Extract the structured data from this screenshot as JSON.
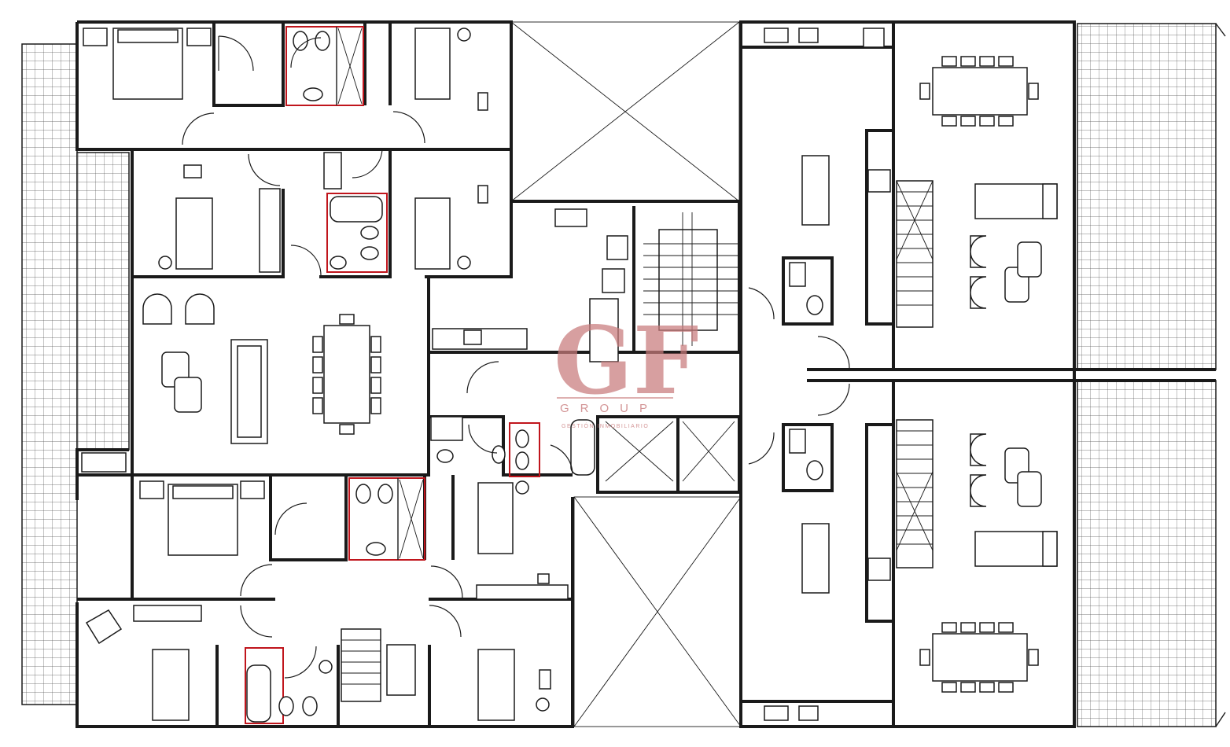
{
  "logo": {
    "initials": "GF",
    "wordmark": "GROUP",
    "tagline": "GESTIÓN INMOBILIARIO",
    "color": "#c97b7c"
  },
  "colors": {
    "walls": "#1a1a1a",
    "wet_rooms": "#c0151c",
    "background": "#ffffff"
  }
}
